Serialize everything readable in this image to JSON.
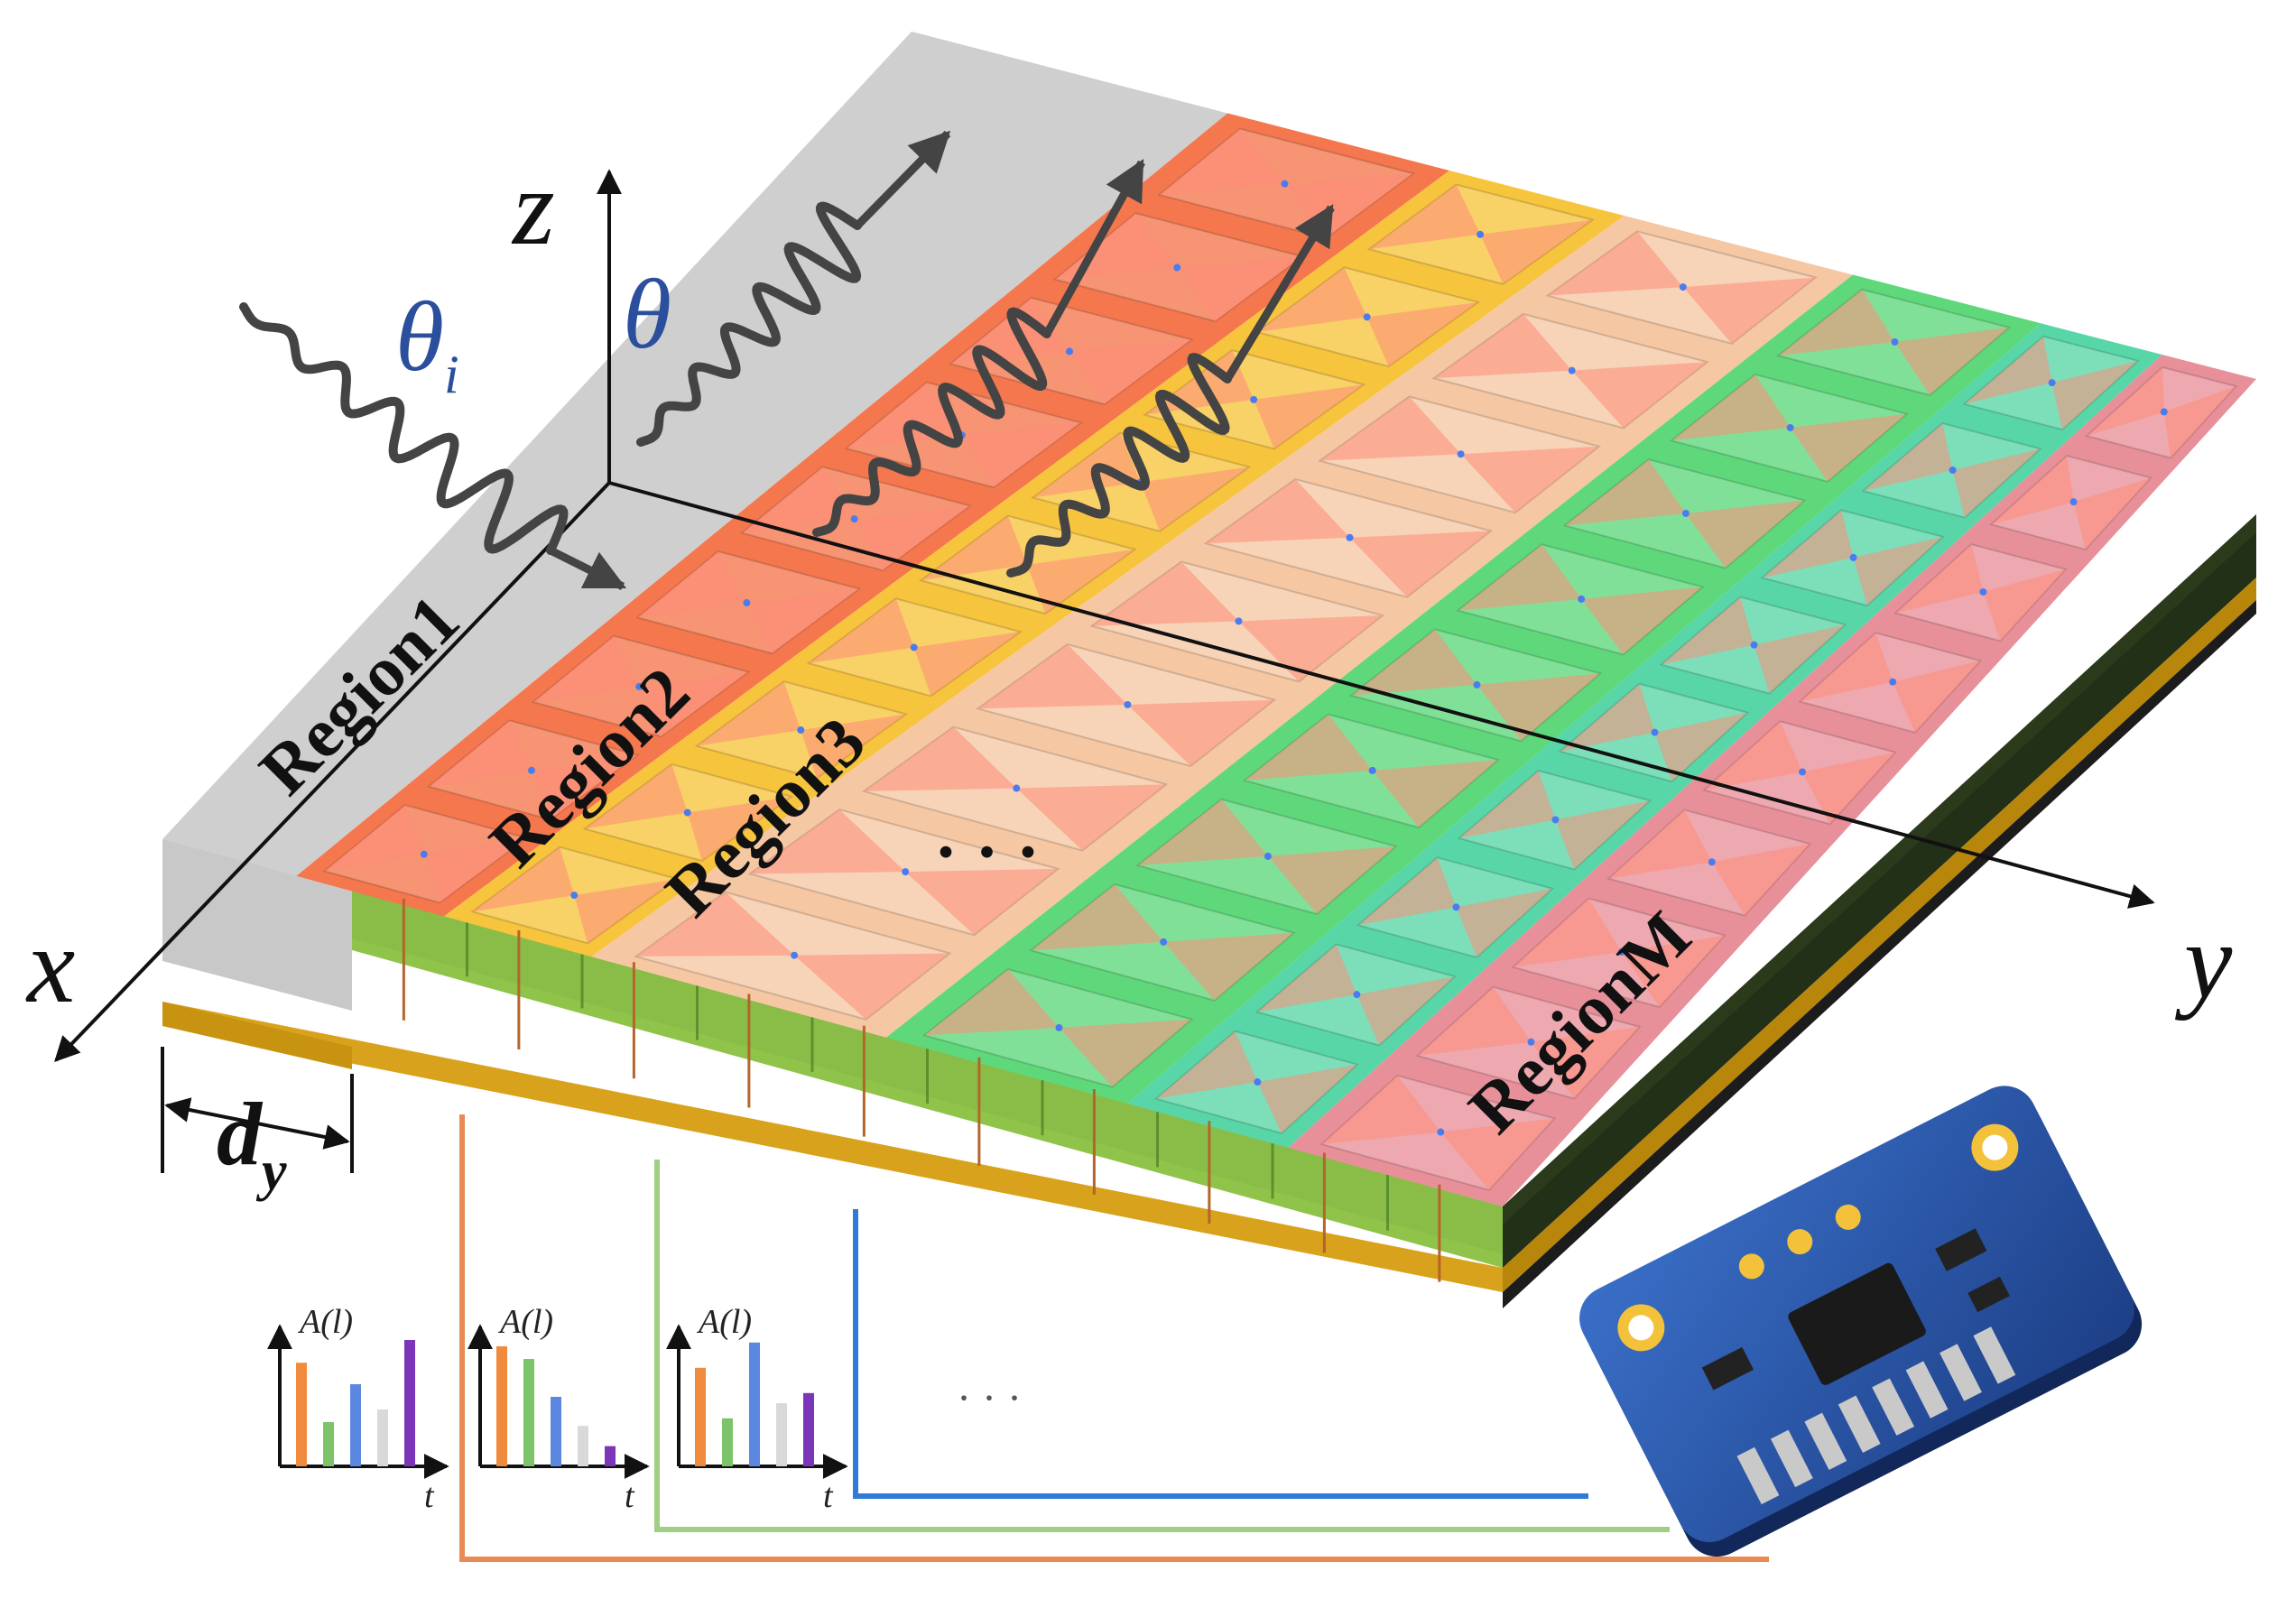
{
  "labels": {
    "region1": "Region1",
    "region2": "Region2",
    "region3": "Region3",
    "ellipsis": "· · ·",
    "regionM": "RegionM",
    "axis_x": "x",
    "axis_y": "y",
    "axis_z": "z",
    "theta": "θ",
    "theta_i": "θ",
    "theta_i_sub": "i",
    "d": "d",
    "d_sub": "y",
    "chart_ellipsis": "· · ·"
  },
  "charts": [
    {
      "ylabel": "A(l)",
      "xlabel": "t",
      "values": [
        0.82,
        0.35,
        0.65,
        0.45,
        1.0
      ],
      "colors": [
        "#f08a3c",
        "#7cc36a",
        "#5b87e0",
        "#d9d9d9",
        "#7a35b8"
      ]
    },
    {
      "ylabel": "A(l)",
      "xlabel": "t",
      "values": [
        0.95,
        0.85,
        0.55,
        0.32,
        0.16
      ],
      "colors": [
        "#f08a3c",
        "#7cc36a",
        "#5b87e0",
        "#d9d9d9",
        "#7a35b8"
      ]
    },
    {
      "ylabel": "A(l)",
      "xlabel": "t",
      "values": [
        0.78,
        0.38,
        0.98,
        0.5,
        0.58
      ],
      "colors": [
        "#f08a3c",
        "#7cc36a",
        "#5b87e0",
        "#d9d9d9",
        "#7a35b8"
      ]
    }
  ],
  "colors": {
    "region1": "#cfcfcf",
    "region2": "#f4774e",
    "region3": "#f7c43d",
    "region4": "#f5c7a3",
    "region5": "#5ed87a",
    "region6": "#58d6a7",
    "regionM": "#e8909a",
    "substrate": "#8fc34a",
    "ground": "#d9a21c",
    "wire_orange": "#e98a52",
    "wire_green": "#9fce84",
    "wire_blue": "#2f7bd6",
    "label_blue": "#2b4f9c"
  }
}
